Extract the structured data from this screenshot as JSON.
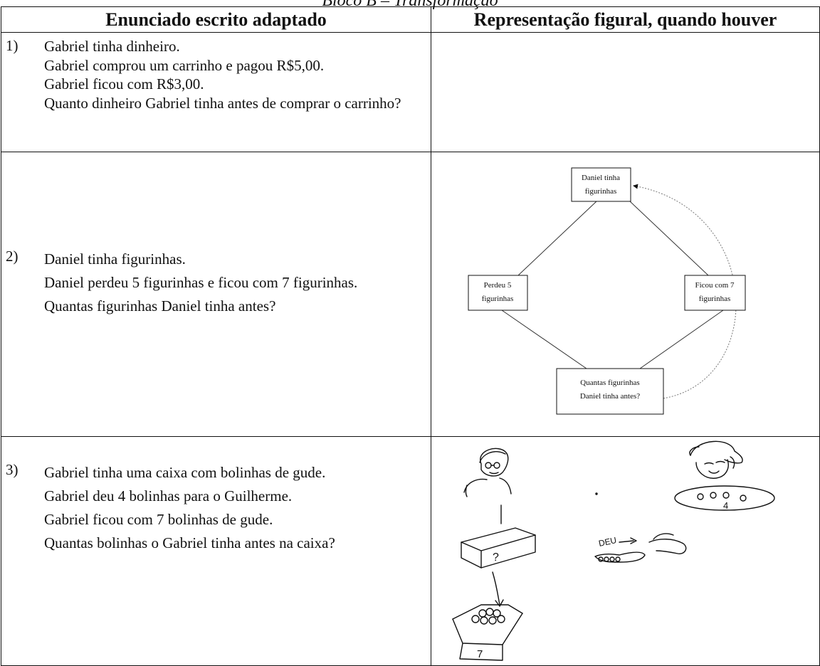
{
  "caption": "Bloco B – Transformação",
  "table": {
    "headers": [
      "Enunciado escrito adaptado",
      "Representação figural, quando houver"
    ],
    "rows": [
      {
        "number": "1)",
        "lines": [
          "Gabriel tinha dinheiro.",
          "Gabriel comprou um carrinho e pagou R$5,00.",
          "Gabriel ficou com R$3,00.",
          "Quanto dinheiro Gabriel tinha antes de comprar o carrinho?"
        ]
      },
      {
        "number": "2)",
        "lines": [
          "Daniel tinha figurinhas.",
          "Daniel perdeu 5 figurinhas e ficou com 7 figurinhas.",
          "Quantas figurinhas Daniel tinha antes?"
        ],
        "diagram": {
          "top": "Daniel tinha figurinhas",
          "left": "Perdeu 5 figurinhas",
          "right": "Ficou com 7 figurinhas",
          "bottom": "Quantas figurinhas Daniel tinha antes?"
        }
      },
      {
        "number": "3)",
        "lines": [
          "Gabriel tinha uma caixa com bolinhas de gude.",
          "Gabriel deu 4 bolinhas para o Guilherme.",
          "Gabriel ficou com 7 bolinhas de gude.",
          "Quantas bolinhas o Gabriel tinha antes na caixa?"
        ],
        "drawing": {
          "box_mark": "?",
          "tray_number": "4",
          "action_word": "DEU",
          "final_box_number": "7"
        }
      }
    ]
  }
}
